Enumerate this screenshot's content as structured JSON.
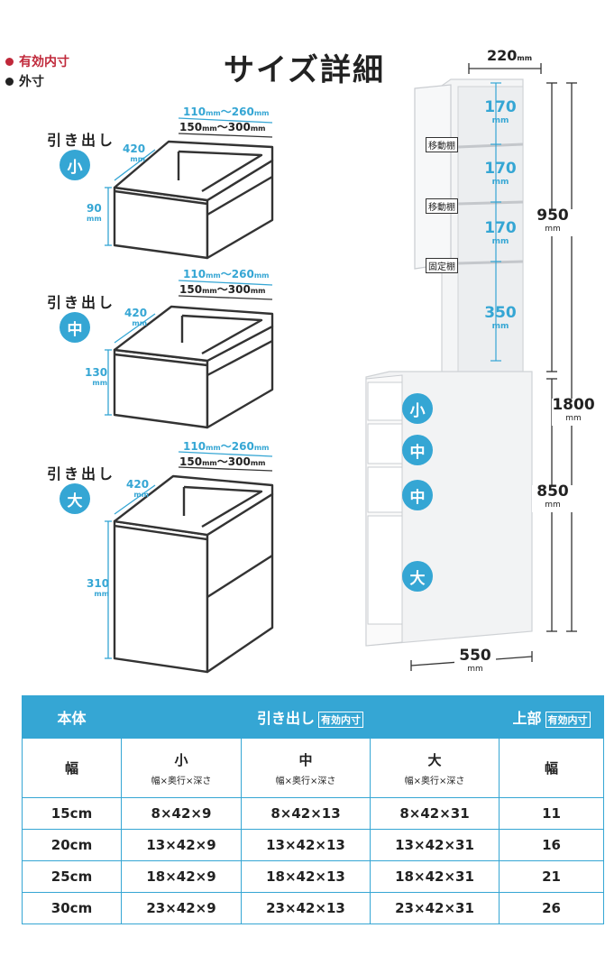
{
  "legend": {
    "inner": "有効内寸",
    "outer": "外寸",
    "inner_color": "#c0283a",
    "outer_color": "#222222"
  },
  "title": "サイズ詳細",
  "accent_color": "#35a6d4",
  "unit": "mm",
  "drawers": [
    {
      "label": "引き出し",
      "size": "小",
      "top_inner": "110",
      "top_inner2": "260",
      "top_outer": "150",
      "top_outer2": "300",
      "depth": "420",
      "height": "90"
    },
    {
      "label": "引き出し",
      "size": "中",
      "top_inner": "110",
      "top_inner2": "260",
      "top_outer": "150",
      "top_outer2": "300",
      "depth": "420",
      "height": "130"
    },
    {
      "label": "引き出し",
      "size": "大",
      "top_inner": "110",
      "top_inner2": "260",
      "top_outer": "150",
      "top_outer2": "300",
      "depth": "420",
      "height": "310"
    }
  ],
  "tilde": "〜",
  "cabinet": {
    "top_width": "220",
    "shelf_gaps": [
      "170",
      "170",
      "170",
      "350"
    ],
    "shelves": [
      "移動棚",
      "移動棚",
      "固定棚"
    ],
    "upper_height": "950",
    "total_height": "1800",
    "lower_height": "850",
    "depth": "550",
    "drawer_badges": [
      "小",
      "中",
      "中",
      "大"
    ]
  },
  "table": {
    "h_body": "本体",
    "h_drawer": "引き出し",
    "h_drawer_tag": "有効内寸",
    "h_top": "上部",
    "h_top_tag": "有効内寸",
    "width_label": "幅",
    "sizes": [
      "小",
      "中",
      "大"
    ],
    "dims_label": "幅×奥行×深さ",
    "top_width_label": "幅",
    "rows": [
      {
        "body": "15cm",
        "s": "8×42×9",
        "m": "8×42×13",
        "l": "8×42×31",
        "top": "11"
      },
      {
        "body": "20cm",
        "s": "13×42×9",
        "m": "13×42×13",
        "l": "13×42×31",
        "top": "16"
      },
      {
        "body": "25cm",
        "s": "18×42×9",
        "m": "18×42×13",
        "l": "18×42×31",
        "top": "21"
      },
      {
        "body": "30cm",
        "s": "23×42×9",
        "m": "23×42×13",
        "l": "23×42×31",
        "top": "26"
      }
    ]
  }
}
